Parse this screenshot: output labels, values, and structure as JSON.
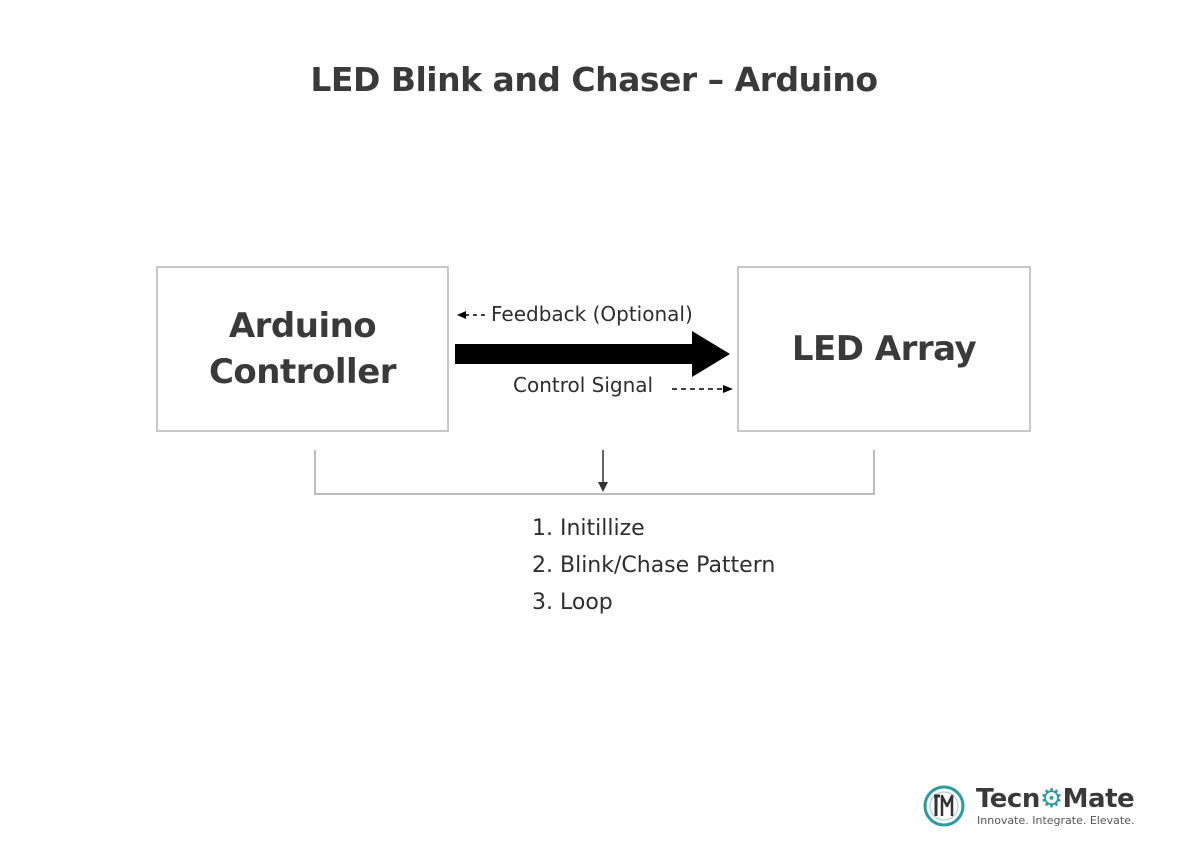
{
  "title": "LED Blink and Chaser – Arduino",
  "nodes": {
    "controller": {
      "line1": "Arduino",
      "line2": "Controller"
    },
    "led_array": {
      "label": "LED Array"
    }
  },
  "connections": {
    "feedback": "Feedback (Optional)",
    "control": "Control Signal"
  },
  "steps": [
    "1. Initillize",
    "2. Blink/Chase Pattern",
    "3. Loop"
  ],
  "logo": {
    "mark": "TM",
    "name_part1": "Tecn",
    "name_gear": "⚙",
    "name_part2": "Mate",
    "tagline": "Innovate. Integrate. Elevate."
  },
  "colors": {
    "text": "#3a3a3a",
    "box_border": "#c8c8c8",
    "arrow": "#000000",
    "bracket": "#bdbdbd",
    "brand_teal": "#2a9aa3"
  }
}
